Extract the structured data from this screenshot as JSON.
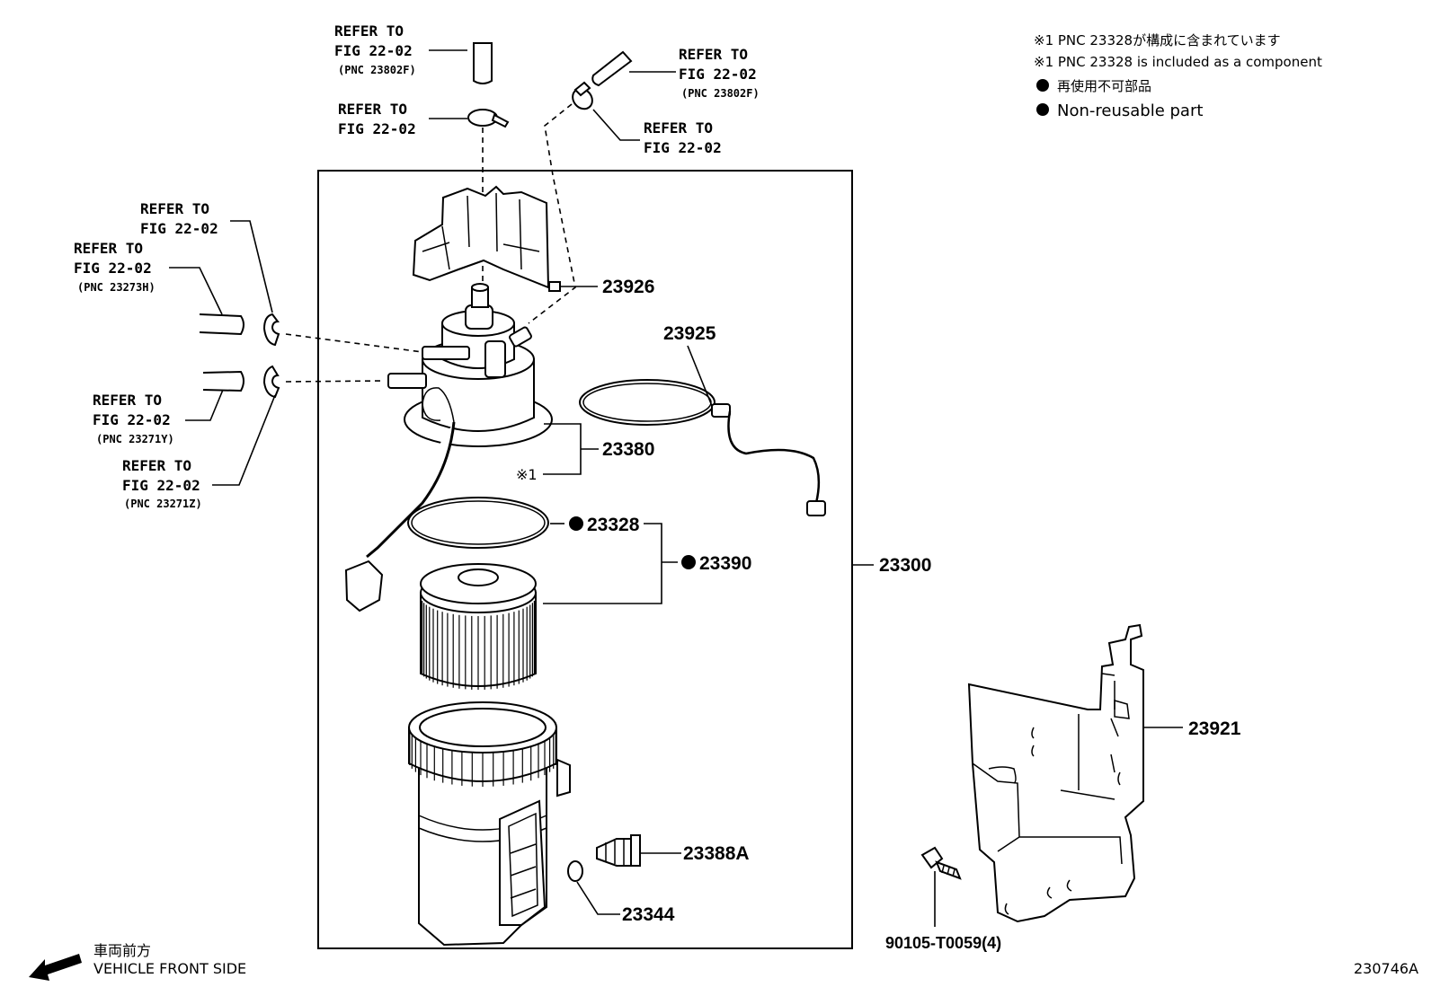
{
  "refer": {
    "top_hose": {
      "l1": "REFER TO",
      "l2": "FIG 22-02",
      "pnc": "(PNC 23802F)"
    },
    "top_clamp": {
      "l1": "REFER TO",
      "l2": "FIG 22-02"
    },
    "right_hose": {
      "l1": "REFER TO",
      "l2": "FIG 22-02",
      "pnc": "(PNC 23802F)"
    },
    "right_clamp": {
      "l1": "REFER TO",
      "l2": "FIG 22-02"
    },
    "left_clamp1": {
      "l1": "REFER TO",
      "l2": "FIG 22-02"
    },
    "left_hose1": {
      "l1": "REFER TO",
      "l2": "FIG 22-02",
      "pnc": "(PNC 23273H)"
    },
    "left_hose2": {
      "l1": "REFER TO",
      "l2": "FIG 22-02",
      "pnc": "(PNC 23271Y)"
    },
    "left_clamp2": {
      "l1": "REFER TO",
      "l2": "FIG 22-02",
      "pnc": "(PNC 23271Z)"
    }
  },
  "parts": {
    "p23926": "23926",
    "p23925": "23925",
    "p23380": "23380",
    "note_mark": "※1",
    "p23328": "23328",
    "p23390": "23390",
    "p23300": "23300",
    "p23921": "23921",
    "p23388A": "23388A",
    "p23344": "23344",
    "bolt": "90105-T0059(4)"
  },
  "legend": {
    "line1": "※1 PNC 23328が構成に含まれています",
    "line2": "※1 PNC 23328 is included as a component",
    "line3": "再使用不可部品",
    "line4": "Non-reusable part"
  },
  "footer": {
    "jp": "車両前方",
    "en": "VEHICLE FRONT SIDE",
    "code": "230746A"
  }
}
